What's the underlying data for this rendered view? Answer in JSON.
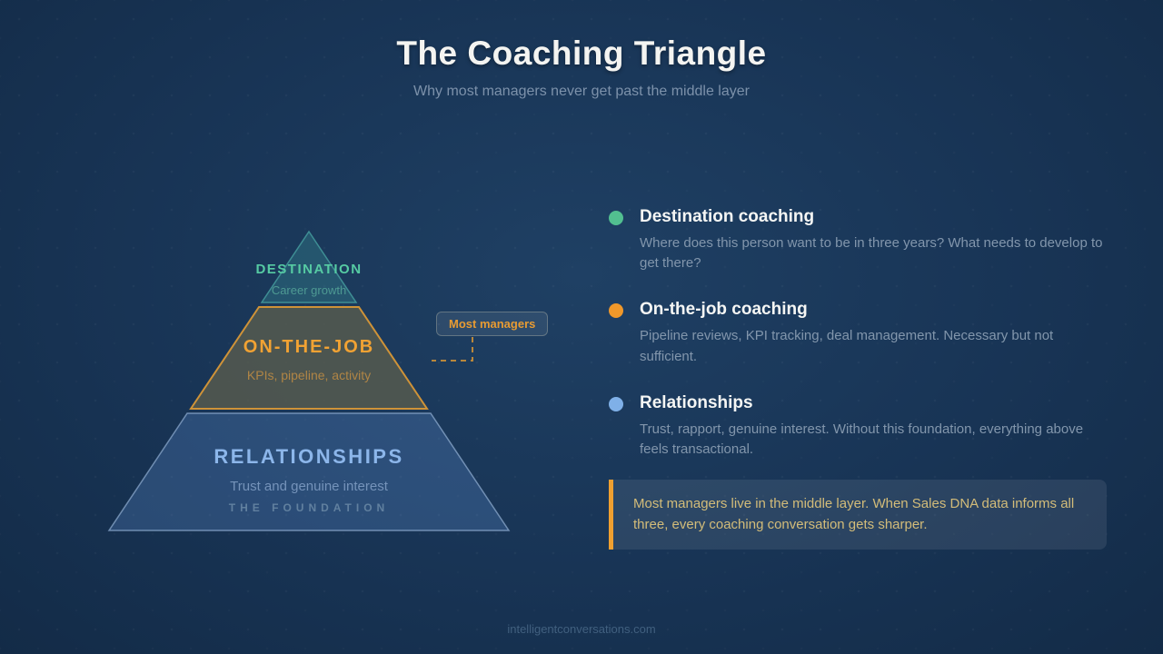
{
  "header": {
    "title": "The Coaching Triangle",
    "subtitle": "Why most managers never get past the middle layer"
  },
  "pyramid": {
    "layers": [
      {
        "id": "destination",
        "label": "DESTINATION",
        "sublabel": "Career growth",
        "color": "#56cba3"
      },
      {
        "id": "on-the-job",
        "label": "ON-THE-JOB",
        "sublabel": "KPIs, pipeline, activity",
        "color": "#f1a233"
      },
      {
        "id": "relationships",
        "label": "RELATIONSHIPS",
        "sublabel": "Trust and genuine interest",
        "tag": "THE FOUNDATION",
        "color": "#8cb6ea"
      }
    ],
    "annotation": {
      "label": "Most managers",
      "points_to": "on-the-job"
    }
  },
  "legend": {
    "items": [
      {
        "title": "Destination coaching",
        "description": "Where does this person want to be in three years? What needs to develop to get there?",
        "bullet_color": "#52bf90"
      },
      {
        "title": "On-the-job coaching",
        "description": "Pipeline reviews, KPI tracking, deal management. Necessary but not sufficient.",
        "bullet_color": "#f0982a"
      },
      {
        "title": "Relationships",
        "description": "Trust, rapport, genuine interest. Without this foundation, everything above feels transactional.",
        "bullet_color": "#7fb0e8"
      }
    ]
  },
  "callout": {
    "text": "Most managers live in the middle layer. When Sales DNA data informs all three, every coaching conversation gets sharper.",
    "accent_color": "#f0a030",
    "text_color": "#d3bc79"
  },
  "footer": {
    "url": "intelligentconversations.com"
  },
  "colors": {
    "background": "#183455",
    "accent_teal": "#56cba3",
    "accent_orange": "#f1a233",
    "accent_blue": "#8cb6ea"
  }
}
